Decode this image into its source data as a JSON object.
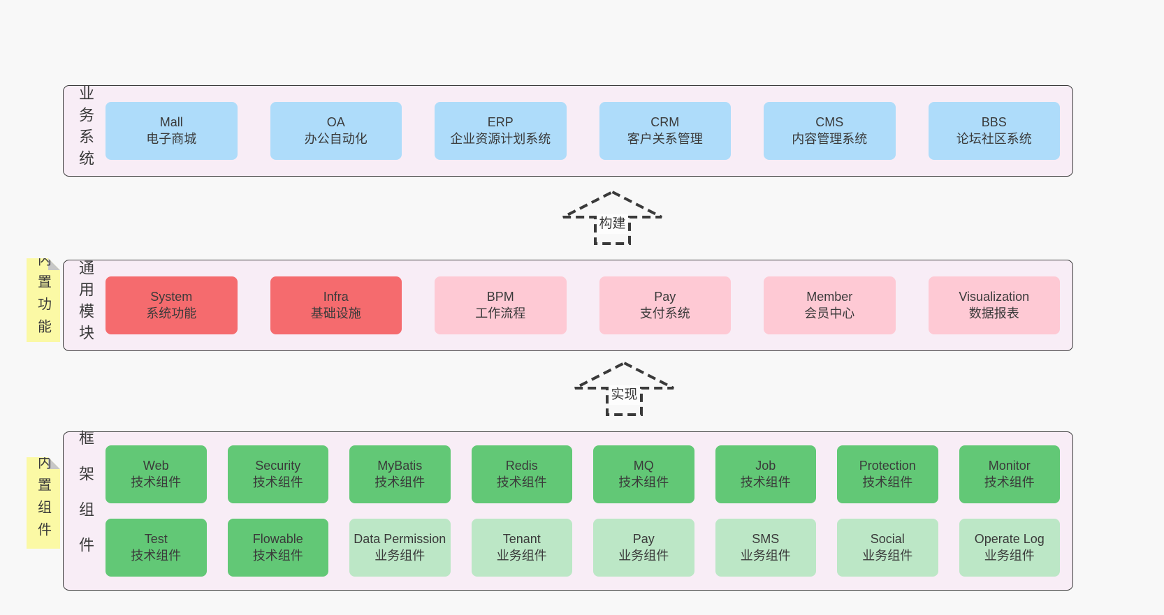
{
  "colors": {
    "page_bg": "#f8f8f8",
    "band_bg": "#f8edf6",
    "band_border": "#3c3c3c",
    "node_blue": "#aedcfa",
    "node_red": "#f56b6e",
    "node_pink": "#fec9d4",
    "node_green": "#62c876",
    "node_green_light": "#bce7c6",
    "sticky_bg": "#fbf9a5",
    "sticky_fold": "#c7c7c7",
    "ink": "#3a3a3a",
    "arrow_ink": "#3a3a3a",
    "label_bg": "#fdfdfd"
  },
  "arrows": [
    {
      "id": "build",
      "label": "构建"
    },
    {
      "id": "implement",
      "label": "实现"
    }
  ],
  "bands": [
    {
      "id": "business",
      "label": "业务系统",
      "sticky": null,
      "rows": [
        [
          {
            "title": "Mall",
            "subtitle": "电子商城",
            "color": "node_blue"
          },
          {
            "title": "OA",
            "subtitle": "办公自动化",
            "color": "node_blue"
          },
          {
            "title": "ERP",
            "subtitle": "企业资源计划系统",
            "color": "node_blue"
          },
          {
            "title": "CRM",
            "subtitle": "客户关系管理",
            "color": "node_blue"
          },
          {
            "title": "CMS",
            "subtitle": "内容管理系统",
            "color": "node_blue"
          },
          {
            "title": "BBS",
            "subtitle": "论坛社区系统",
            "color": "node_blue"
          }
        ]
      ]
    },
    {
      "id": "modules",
      "label": "通用模块",
      "sticky": "内置功能",
      "rows": [
        [
          {
            "title": "System",
            "subtitle": "系统功能",
            "color": "node_red"
          },
          {
            "title": "Infra",
            "subtitle": "基础设施",
            "color": "node_red"
          },
          {
            "title": "BPM",
            "subtitle": "工作流程",
            "color": "node_pink"
          },
          {
            "title": "Pay",
            "subtitle": "支付系统",
            "color": "node_pink"
          },
          {
            "title": "Member",
            "subtitle": "会员中心",
            "color": "node_pink"
          },
          {
            "title": "Visualization",
            "subtitle": "数据报表",
            "color": "node_pink"
          }
        ]
      ]
    },
    {
      "id": "components",
      "label": "框架组件",
      "sticky": "内置组件",
      "rows": [
        [
          {
            "title": "Web",
            "subtitle": "技术组件",
            "color": "node_green"
          },
          {
            "title": "Security",
            "subtitle": "技术组件",
            "color": "node_green"
          },
          {
            "title": "MyBatis",
            "subtitle": "技术组件",
            "color": "node_green"
          },
          {
            "title": "Redis",
            "subtitle": "技术组件",
            "color": "node_green"
          },
          {
            "title": "MQ",
            "subtitle": "技术组件",
            "color": "node_green"
          },
          {
            "title": "Job",
            "subtitle": "技术组件",
            "color": "node_green"
          },
          {
            "title": "Protection",
            "subtitle": "技术组件",
            "color": "node_green"
          },
          {
            "title": "Monitor",
            "subtitle": "技术组件",
            "color": "node_green"
          }
        ],
        [
          {
            "title": "Test",
            "subtitle": "技术组件",
            "color": "node_green"
          },
          {
            "title": "Flowable",
            "subtitle": "技术组件",
            "color": "node_green"
          },
          {
            "title": "Data Permission",
            "subtitle": "业务组件",
            "color": "node_green_light"
          },
          {
            "title": "Tenant",
            "subtitle": "业务组件",
            "color": "node_green_light"
          },
          {
            "title": "Pay",
            "subtitle": "业务组件",
            "color": "node_green_light"
          },
          {
            "title": "SMS",
            "subtitle": "业务组件",
            "color": "node_green_light"
          },
          {
            "title": "Social",
            "subtitle": "业务组件",
            "color": "node_green_light"
          },
          {
            "title": "Operate Log",
            "subtitle": "业务组件",
            "color": "node_green_light"
          }
        ]
      ]
    }
  ]
}
